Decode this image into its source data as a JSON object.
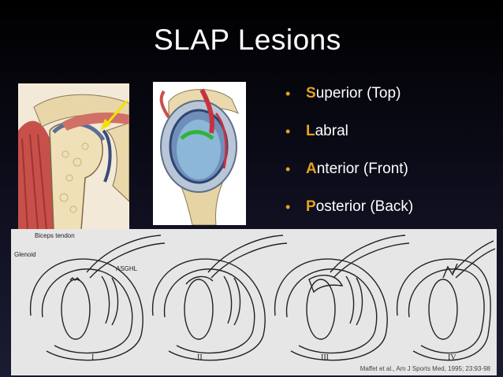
{
  "slide": {
    "title": "SLAP Lesions",
    "bullets": [
      {
        "initial": "S",
        "rest": "uperior (Top)"
      },
      {
        "initial": "L",
        "rest": "abral"
      },
      {
        "initial": "A",
        "rest": "nterior (Front)"
      },
      {
        "initial": "P",
        "rest": "osterior (Back)"
      }
    ],
    "accent_color": "#e8a21c"
  },
  "figure": {
    "labels": {
      "biceps": "Biceps tendon",
      "glenoid": "Glenoid",
      "asghl": "ASGHL"
    },
    "types": [
      "I",
      "II",
      "III",
      "IV"
    ],
    "citation": "Maffet et al., Am J Sports Med, 1995; 23:93-98"
  }
}
